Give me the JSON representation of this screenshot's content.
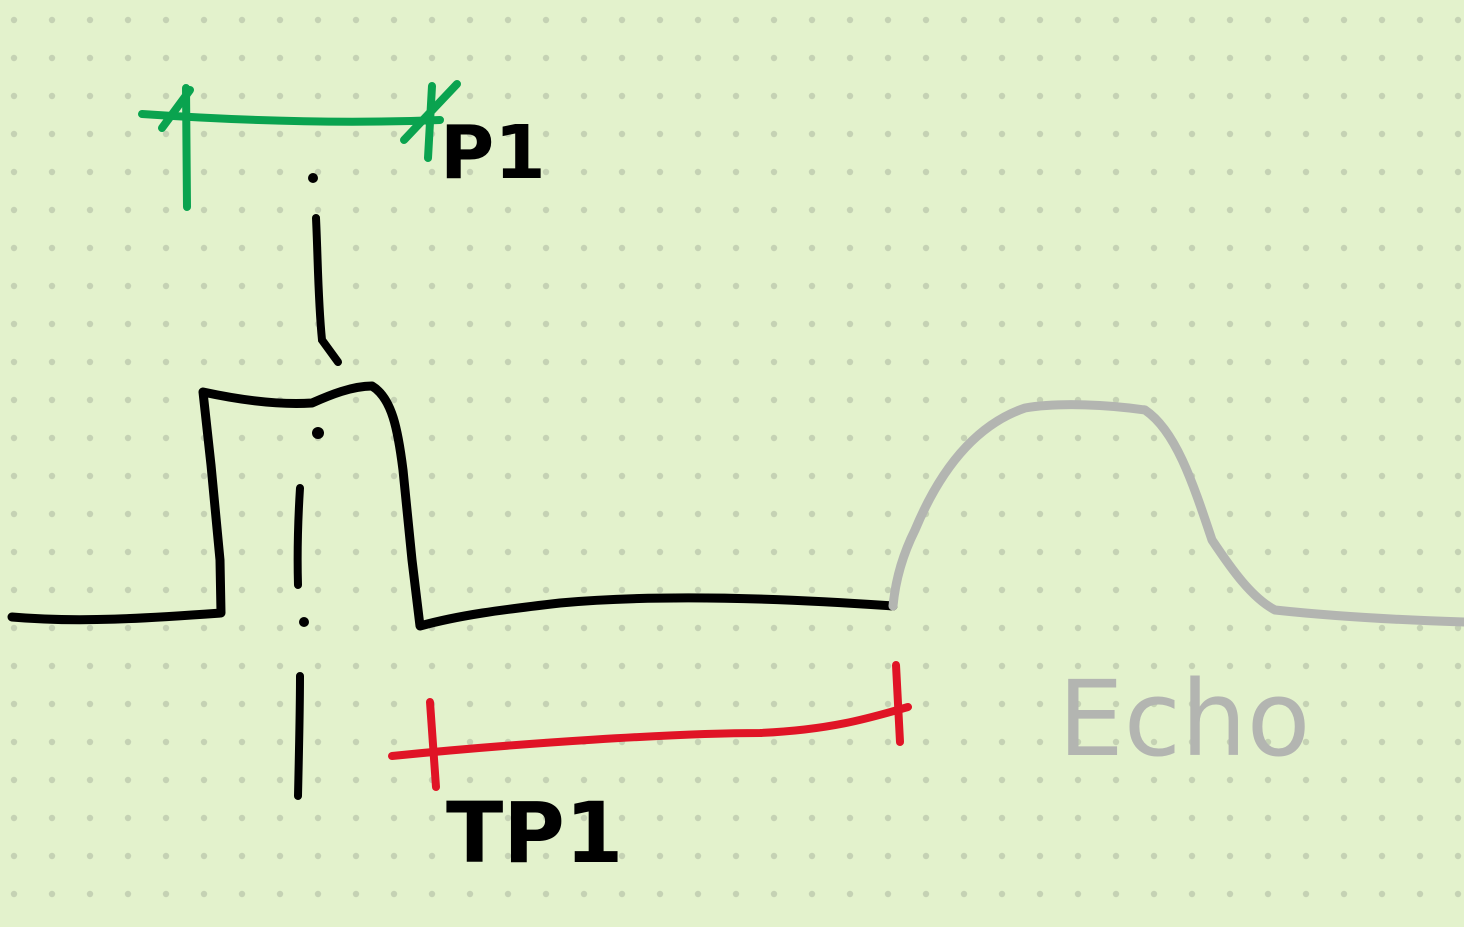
{
  "colors": {
    "background": "#e3f2cc",
    "dots": "#c5d2b4",
    "ink": "#000000",
    "green": "#0aa34f",
    "red": "#e01426",
    "echo": "#b3b5b1"
  },
  "labels": {
    "p1": "P1",
    "tp1": "TP1",
    "echo": "Echo"
  }
}
